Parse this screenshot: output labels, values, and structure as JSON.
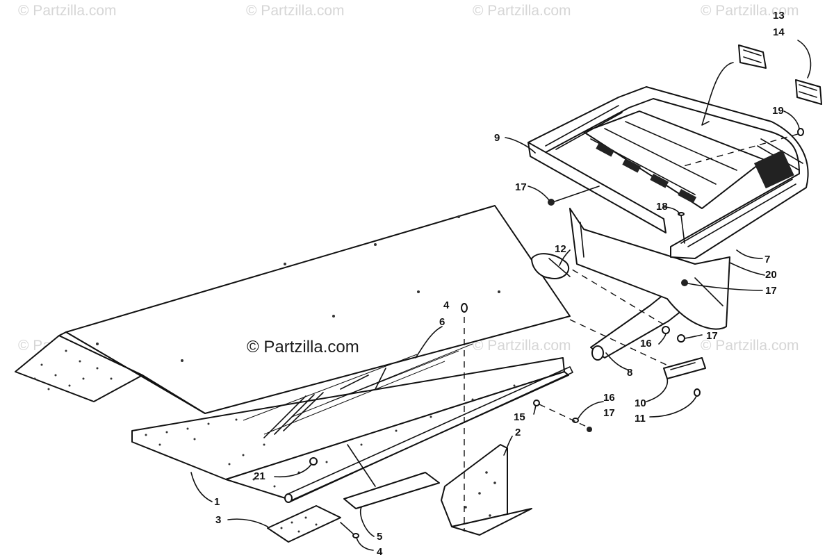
{
  "watermarks": {
    "top": [
      "© Partzilla.com",
      "© Partzilla.com",
      "© Partzilla.com",
      "© Partzilla.com"
    ],
    "middle": [
      "© Partzilla.com",
      "© Partzilla.com",
      "© Partzilla.com"
    ],
    "center": "© Partzilla.com"
  },
  "callouts": {
    "c1": "1",
    "c2": "2",
    "c3": "3",
    "c4a": "4",
    "c4b": "4",
    "c5": "5",
    "c6": "6",
    "c7": "7",
    "c8": "8",
    "c9": "9",
    "c10": "10",
    "c11": "11",
    "c12": "12",
    "c13": "13",
    "c14": "14",
    "c15": "15",
    "c16a": "16",
    "c16b": "16",
    "c17a": "17",
    "c17b": "17",
    "c17c": "17",
    "c17d": "17",
    "c18": "18",
    "c19": "19",
    "c20": "20",
    "c21": "21"
  }
}
